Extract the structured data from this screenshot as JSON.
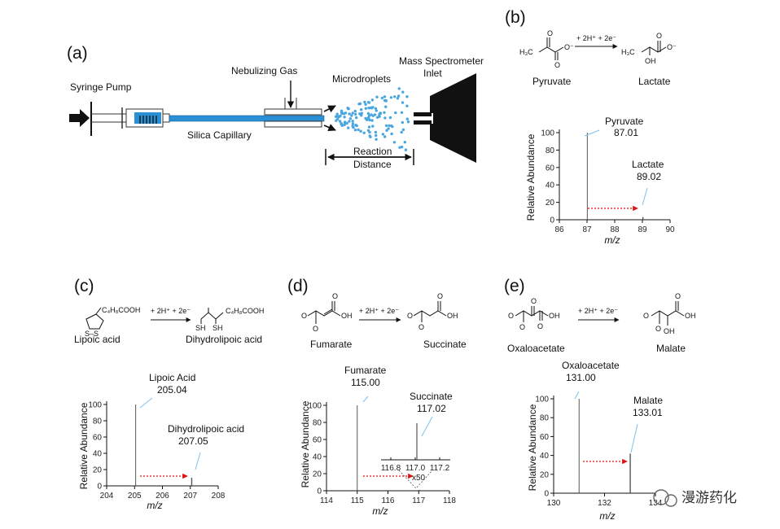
{
  "panels": {
    "a": {
      "label": "(a)",
      "syringe_pump": "Syringe Pump",
      "silica_capillary": "Silica Capillary",
      "nebulizing_gas": "Nebulizing Gas",
      "microdroplets": "Microdroplets",
      "ms_inlet_line1": "Mass Spectrometer",
      "ms_inlet_line2": "Inlet",
      "reaction_line1": "Reaction",
      "reaction_line2": "Distance"
    },
    "b": {
      "label": "(b)",
      "reactant": "Pyruvate",
      "product": "Lactate",
      "arrow_text": "+ 2H⁺ + 2e⁻",
      "reactant_formula_left": "H₃C",
      "product_formula_left": "H₃C",
      "oh": "OH",
      "ominus": "O⁻"
    },
    "c": {
      "label": "(c)",
      "reactant": "Lipoic acid",
      "product": "Dihydrolipoic acid",
      "arrow_text": "+ 2H⁺ + 2e⁻",
      "reactant_chain": "C₄H₈COOH",
      "product_chain": "C₄H₈COOH",
      "ss": "S–S",
      "sh1": "SH",
      "sh2": "SH"
    },
    "d": {
      "label": "(d)",
      "reactant": "Fumarate",
      "product": "Succinate",
      "arrow_text": "+ 2H⁺ + 2e⁻"
    },
    "e": {
      "label": "(e)",
      "reactant": "Oxaloacetate",
      "product": "Malate",
      "arrow_text": "+ 2H⁺ + 2e⁻"
    }
  },
  "watermark": "漫游药化",
  "chart_data": [
    {
      "id": "b",
      "type": "bar",
      "xlabel": "m/z",
      "ylabel": "Relative Abundance",
      "xlim": [
        86,
        90
      ],
      "ylim": [
        0,
        100
      ],
      "xticks": [
        86,
        87,
        88,
        89,
        90
      ],
      "yticks": [
        0,
        20,
        40,
        60,
        80,
        100
      ],
      "peaks": [
        {
          "x": 87.01,
          "y": 100,
          "name": "Pyruvate",
          "label": "87.01"
        },
        {
          "x": 89.02,
          "y": 3,
          "name": "Lactate",
          "label": "89.02"
        }
      ]
    },
    {
      "id": "c",
      "type": "bar",
      "xlabel": "m/z",
      "ylabel": "Relative Abundance",
      "xlim": [
        204,
        208
      ],
      "ylim": [
        0,
        100
      ],
      "xticks": [
        204,
        205,
        206,
        207,
        208
      ],
      "yticks": [
        0,
        20,
        40,
        60,
        80,
        100
      ],
      "peaks": [
        {
          "x": 205.04,
          "y": 100,
          "name": "Lipoic Acid",
          "label": "205.04"
        },
        {
          "x": 207.05,
          "y": 10,
          "name": "Dihydrolipoic acid",
          "label": "207.05"
        }
      ]
    },
    {
      "id": "d",
      "type": "bar",
      "xlabel": "m/z",
      "ylabel": "Relative Abundance",
      "xlim": [
        114,
        118
      ],
      "ylim": [
        0,
        100
      ],
      "xticks": [
        114,
        115,
        116,
        117,
        118
      ],
      "yticks": [
        0,
        20,
        40,
        60,
        80,
        100
      ],
      "peaks": [
        {
          "x": 115.0,
          "y": 100,
          "name": "Fumarate",
          "label": "115.00"
        },
        {
          "x": 117.02,
          "y": 1,
          "name": "Succinate",
          "label": "117.02"
        }
      ],
      "inset": {
        "xticks": [
          "116.8",
          "117.0",
          "117.2"
        ],
        "magnification": "x50"
      }
    },
    {
      "id": "e",
      "type": "bar",
      "xlabel": "m/z",
      "ylabel": "Relative Abundance",
      "xlim": [
        130,
        134
      ],
      "ylim": [
        0,
        100
      ],
      "xticks": [
        130,
        132,
        134
      ],
      "yticks": [
        0,
        20,
        40,
        60,
        80,
        100
      ],
      "peaks": [
        {
          "x": 131.0,
          "y": 100,
          "name": "Oxaloacetate",
          "label": "131.00"
        },
        {
          "x": 133.01,
          "y": 42,
          "name": "Malate",
          "label": "133.01"
        }
      ]
    }
  ]
}
